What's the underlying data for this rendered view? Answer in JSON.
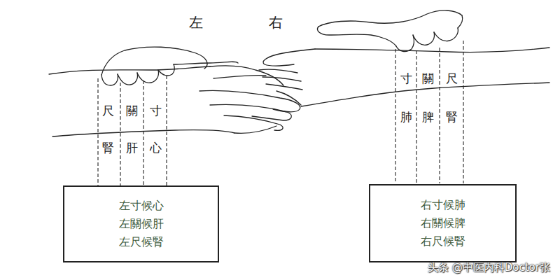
{
  "diagram": {
    "nodes": [
      {
        "text": [
          "左寸候心",
          "左關候肝",
          "左尺候腎"
        ]
      },
      {
        "text": [
          "右寸候肺",
          "右關候脾",
          "右尺候腎"
        ]
      }
    ],
    "labels": [
      "左",
      "右",
      "尺",
      "關",
      "寸",
      "腎",
      "肝",
      "心",
      "寸",
      "關",
      "尺",
      "肺",
      "脾",
      "腎",
      "头条 @中医内科Doctor张"
    ]
  }
}
